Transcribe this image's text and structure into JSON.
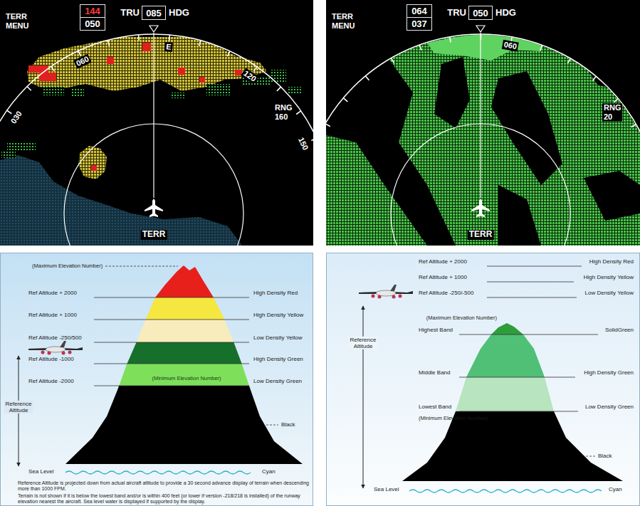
{
  "diagram": {
    "nodes": [
      {
        "text": [
          "144"
        ]
      },
      {
        "text": [
          "050"
        ]
      },
      {
        "text": [
          "085"
        ]
      },
      {
        "text": [
          "064"
        ]
      },
      {
        "text": [
          "037"
        ]
      },
      {
        "text": [
          "050"
        ]
      }
    ],
    "labels": [
      "TERR MENU",
      "TRU",
      "HDG",
      "060",
      "E",
      "030",
      "120",
      "RNG 160",
      "150",
      "TERR",
      "TERR MENU",
      "TRU",
      "HDG",
      "060",
      "RNG 20",
      "TERR",
      "(Maximum Elevation Number)",
      "Ref Altitude + 2000",
      "High Density Red",
      "Ref Altitude + 1000",
      "High Density Yellow",
      "Ref Altitude -250/500",
      "Low Density Yellow",
      "Ref Altitude -1000",
      "High Density Green",
      "Ref Altitude -2000",
      "(Minimum Elevation Number)",
      "Low Density Green",
      "Reference Altitude",
      "Black",
      "Sea Level",
      "Cyan",
      "Reference Altitude is projected down from actual aircraft altitude to provide a 30 second advance display of terrain when descending more than 1000 FPM.",
      "Terrain is not shown if it is below the lowest band and/or is within 400 feet (or lower if version -218/218 is installed) of the runway elevation nearest the aircraft. Sea level water is displayed if supported by the display.",
      "Ref Altitude + 2000",
      "High Density Red",
      "Ref Altitude + 1000",
      "High Density Yellow",
      "Ref Altitude -250/-500",
      "Low Density Yellow",
      "(Maximum Elevation Number)",
      "Highest Band",
      "SolidGreen",
      "Reference Altitude",
      "Middle Band",
      "High Density Green",
      "Lowest Band",
      "(Minimum Elevation Number)",
      "Low Density Green",
      "Black",
      "Sea Level",
      "Cyan"
    ]
  }
}
